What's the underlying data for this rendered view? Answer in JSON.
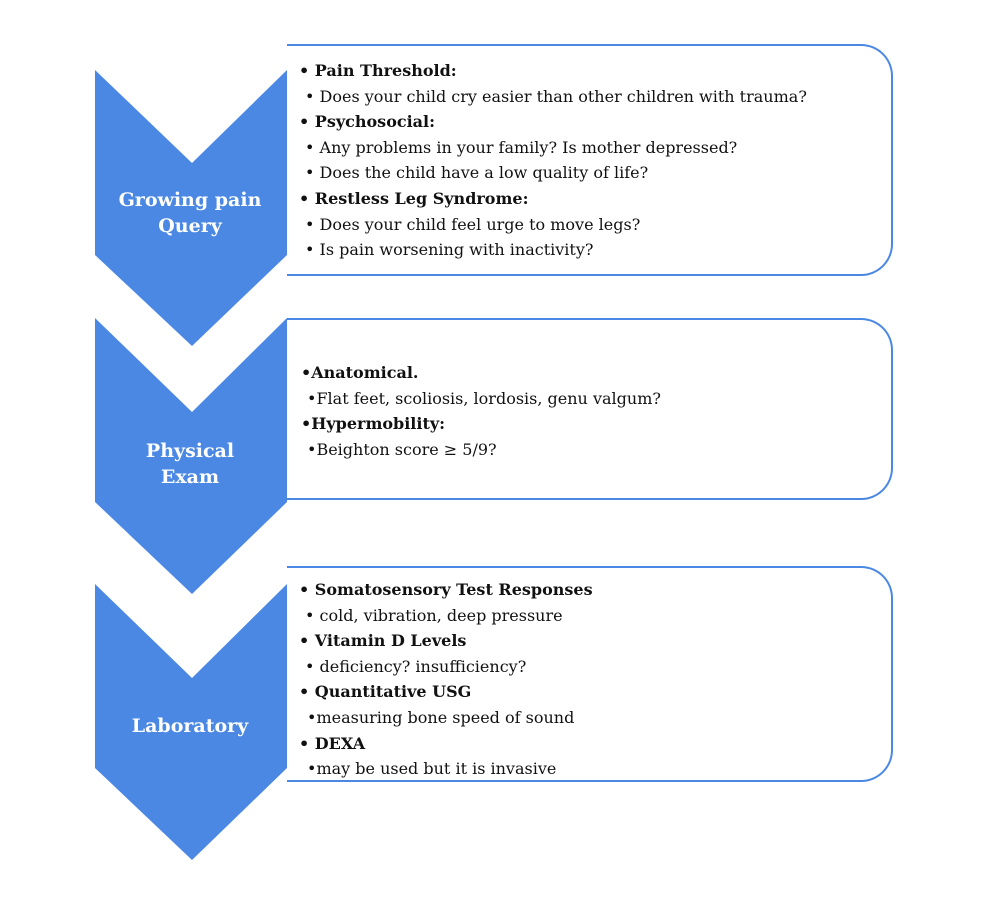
{
  "colors": {
    "chevron": "#4a88e4",
    "border": "#4a88e4"
  },
  "steps": [
    {
      "label_lines": [
        "Growing pain",
        "Query"
      ],
      "items": [
        {
          "kind": "h",
          "text": "• Pain Threshold:"
        },
        {
          "kind": "s",
          "text": "• Does your child cry easier than other children with trauma?"
        },
        {
          "kind": "h",
          "text": "• Psychosocial:"
        },
        {
          "kind": "s",
          "text": "• Any problems in your family? Is mother depressed?"
        },
        {
          "kind": "s",
          "text": "• Does the child have a low quality of life?"
        },
        {
          "kind": "h",
          "text": "• Restless Leg Syndrome:"
        },
        {
          "kind": "s",
          "text": "• Does your child feel urge to move legs?"
        },
        {
          "kind": "s",
          "text": "• Is pain worsening with inactivity?"
        }
      ]
    },
    {
      "label_lines": [
        "Physical",
        "Exam"
      ],
      "items": [
        {
          "kind": "h",
          "text": "•Anatomical."
        },
        {
          "kind": "s",
          "text": "•Flat feet, scoliosis, lordosis, genu valgum?"
        },
        {
          "kind": "h",
          "text": "•Hypermobility:"
        },
        {
          "kind": "s",
          "text": "•Beighton score ≥ 5/9?"
        }
      ]
    },
    {
      "label_lines": [
        "Laboratory"
      ],
      "items": [
        {
          "kind": "h",
          "text": "• Somatosensory Test Responses"
        },
        {
          "kind": "s",
          "text": "• cold, vibration, deep pressure"
        },
        {
          "kind": "h",
          "text": "• Vitamin D Levels"
        },
        {
          "kind": "s",
          "text": "• deficiency? insufficiency?"
        },
        {
          "kind": "h",
          "text": "• Quantitative USG"
        },
        {
          "kind": "s",
          "text": "•measuring bone speed of sound"
        },
        {
          "kind": "h",
          "text": "• DEXA"
        },
        {
          "kind": "s",
          "text": "•may be used but it is invasive"
        }
      ]
    }
  ]
}
